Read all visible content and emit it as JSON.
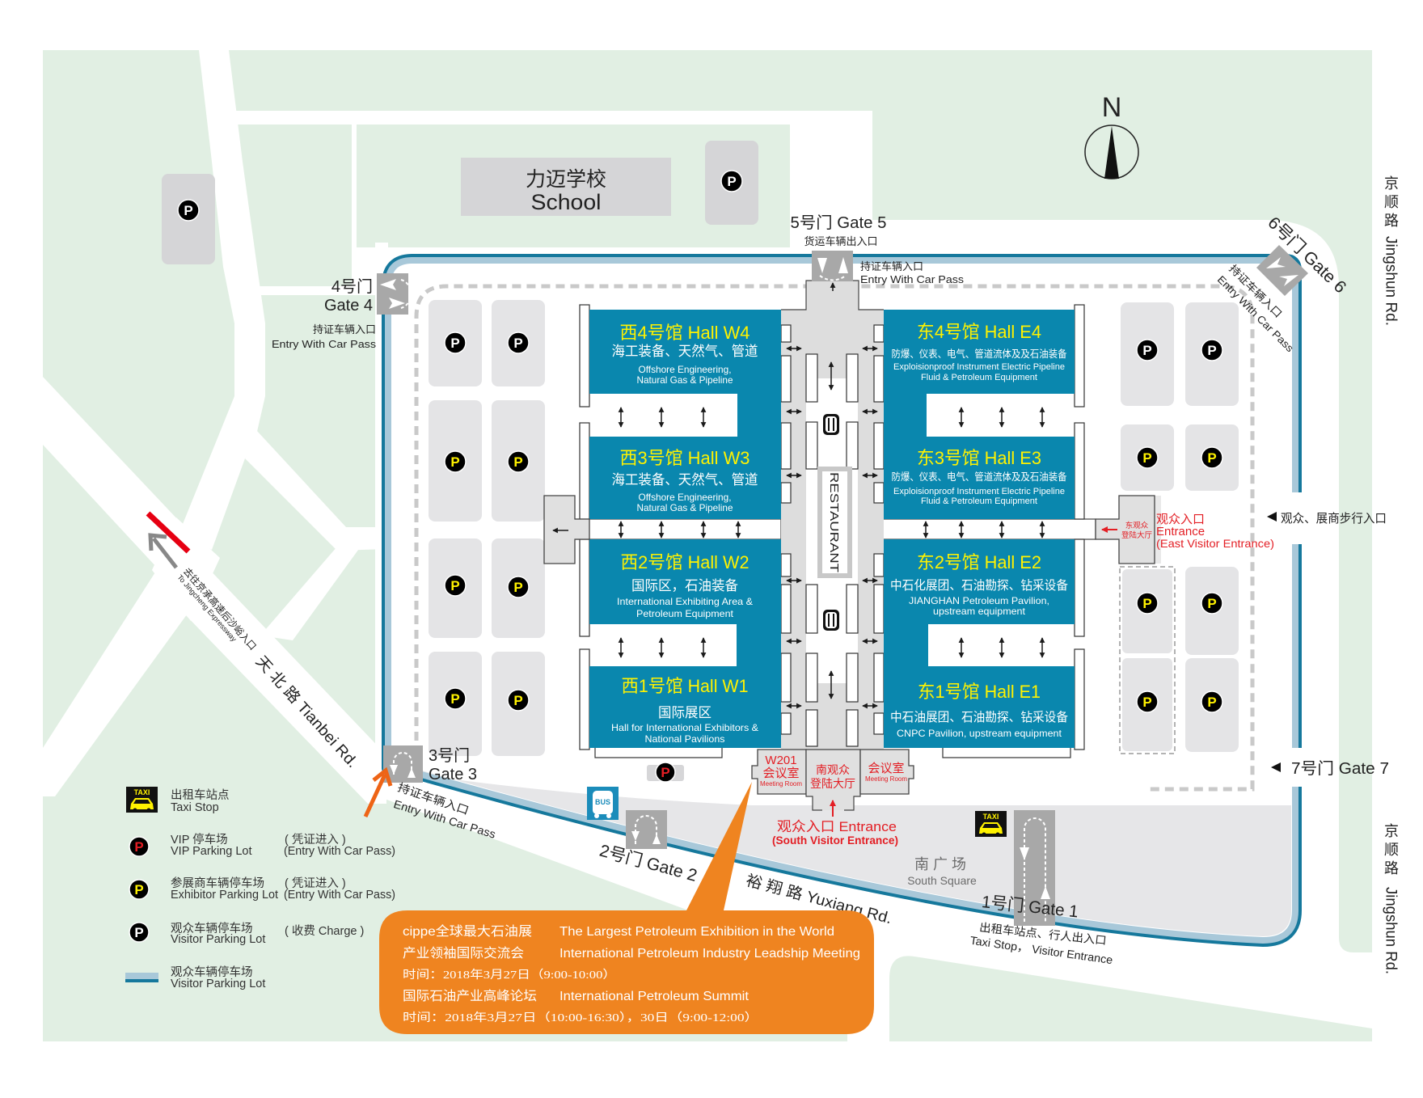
{
  "compass": {
    "label": "N"
  },
  "school": {
    "name_zh": "力迈学校",
    "name_en": "School"
  },
  "roads": {
    "tianbei": "天 北 路  Tianbei Rd.",
    "yuxiang": "裕 翔 路  Yuxiang Rd.",
    "jingshun_zh": "京 顺 路",
    "jingshun_en": "Jingshun Rd.",
    "expressway_zh": "去往京承高速后沙峪入口",
    "expressway_en": "To Jingcheng Expressway"
  },
  "gates": {
    "gate1": {
      "label": "1号门 Gate 1",
      "note_zh": "出租车站点、行人出入口",
      "note_en": "Taxi Stop， Visitor Entrance"
    },
    "gate2": {
      "label": "2号门 Gate 2"
    },
    "gate3": {
      "label_zh": "3号门",
      "label_en": "Gate 3",
      "note_zh": "持证车辆入口",
      "note_en": "Entry With Car Pass"
    },
    "gate4": {
      "label_zh": "4号门",
      "label_en": "Gate 4",
      "note_zh": "持证车辆入口",
      "note_en": "Entry With Car Pass"
    },
    "gate5": {
      "label": "5号门 Gate 5",
      "note_zh": "货运车辆出入口",
      "entry_zh": "持证车辆入口",
      "entry_en": "Entry With Car Pass"
    },
    "gate6": {
      "label": "6号门 Gate 6",
      "note_zh": "持证车辆入口",
      "note_en": "Entry With Car Pass"
    },
    "gate7": {
      "label": "7号门 Gate 7"
    }
  },
  "entrances": {
    "pedestrian": "观众、展商步行入口",
    "east": {
      "zh": "观众入口",
      "en": "Entrance",
      "en_full": "(East Visitor Entrance)",
      "lobby_1": "东观众",
      "lobby_2": "登陆大厅"
    },
    "south": {
      "line1": "观众入口 Entrance",
      "line2": "(South Visitor Entrance)",
      "lobby_1": "南观众",
      "lobby_2": "登陆大厅"
    }
  },
  "meeting_rooms": [
    {
      "code": "W201",
      "zh": "会议室",
      "en": "Meeting Room"
    },
    {
      "zh": "会议室",
      "en": "Meeting Room"
    }
  ],
  "restaurant": "RESTAURANT",
  "south_square": {
    "zh": "南  广  场",
    "en": "South Square"
  },
  "halls": [
    {
      "id": "W4",
      "title": "西4号馆  Hall W4",
      "subtitle": "海工装备、天然气、管道",
      "desc": [
        "Offshore Engineering,",
        "Natural Gas & Pipeline"
      ]
    },
    {
      "id": "W3",
      "title": "西3号馆  Hall W3",
      "subtitle": "海工装备、天然气、管道",
      "desc": [
        "Offshore Engineering,",
        "Natural Gas & Pipeline"
      ]
    },
    {
      "id": "W2",
      "title": "西2号馆  Hall W2",
      "subtitle": "国际区，石油装备",
      "desc": [
        "International Exhibiting Area &",
        "Petroleum Equipment"
      ]
    },
    {
      "id": "W1",
      "title": "西1号馆  Hall W1",
      "subtitle": "国际展区",
      "desc": [
        "Hall for International Exhibitors &",
        "National Pavilions"
      ]
    },
    {
      "id": "E4",
      "title": "东4号馆  Hall E4",
      "subtitle": "防爆、仪表、电气、管道流体及及石油装备",
      "desc": [
        "Exploisionproof Instrument Electric Pipeline",
        "Fluid & Petroleum Equipment"
      ]
    },
    {
      "id": "E3",
      "title": "东3号馆  Hall E3",
      "subtitle": "防爆、仪表、电气、管道流体及及石油装备",
      "desc": [
        "Exploisionproof Instrument Electric Pipeline",
        "Fluid & Petroleum Equipment"
      ]
    },
    {
      "id": "E2",
      "title": "东2号馆  Hall E2",
      "subtitle": "中石化展团、石油勘探、钻采设备",
      "desc": [
        "JIANGHAN Petroleum Pavilion,",
        "upstream equipment"
      ]
    },
    {
      "id": "E1",
      "title": "东1号馆  Hall E1",
      "subtitle": "中石油展团、石油勘探、钻采设备",
      "desc": [
        "CNPC Pavilion, upstream equipment"
      ]
    }
  ],
  "parking": {
    "symbol": "P",
    "lots": [
      {
        "type": "visitor"
      },
      {
        "type": "visitor"
      },
      {
        "type": "visitor"
      },
      {
        "type": "visitor"
      },
      {
        "type": "exhibitor"
      },
      {
        "type": "exhibitor"
      },
      {
        "type": "exhibitor"
      },
      {
        "type": "exhibitor"
      },
      {
        "type": "exhibitor"
      },
      {
        "type": "exhibitor"
      },
      {
        "type": "visitor"
      },
      {
        "type": "visitor"
      },
      {
        "type": "exhibitor"
      },
      {
        "type": "exhibitor"
      },
      {
        "type": "exhibitor"
      },
      {
        "type": "exhibitor"
      },
      {
        "type": "exhibitor"
      },
      {
        "type": "exhibitor"
      },
      {
        "type": "vip"
      }
    ]
  },
  "icons": {
    "taxi": "TAXI",
    "bus": "BUS"
  },
  "legend": [
    {
      "icon": "taxi",
      "zh": "出租车站点",
      "en": "Taxi Stop"
    },
    {
      "icon": "vip",
      "zh": "VIP 停车场",
      "en": "VIP Parking Lot",
      "note_zh": "( 凭证进入 )",
      "note_en": "(Entry With Car Pass)"
    },
    {
      "icon": "exhibitor",
      "zh": "参展商车辆停车场",
      "en": "Exhibitor Parking Lot",
      "note_zh": "( 凭证进入 )",
      "note_en": "(Entry With Car Pass)"
    },
    {
      "icon": "visitor",
      "zh": "观众车辆停车场",
      "en": "Visitor Parking Lot",
      "note": "( 收费 Charge )"
    },
    {
      "icon": "boundary-line",
      "zh": "观众车辆停车场",
      "en": "Visitor Parking Lot"
    }
  ],
  "event_box": {
    "rows": [
      {
        "zh": "cippe全球最大石油展",
        "en": "The Largest Petroleum Exhibition in the World"
      },
      {
        "zh": "产业领袖国际交流会",
        "en": "International Petroleum Industry Leadship Meeting"
      },
      {
        "time": "时间：2018年3月27日（9:00-10:00）"
      },
      {
        "zh": "国际石油产业高峰论坛",
        "en": "International Petroleum Summit"
      },
      {
        "time": "时间：2018年3月27日（10:00-16:30），30日（9:00-12:00）"
      }
    ]
  },
  "colors": {
    "green": "#e1efe3",
    "hall": "#0a87ae",
    "hall_title": "#fff200",
    "boundary_dark": "#15789c",
    "boundary_light": "#a8c8d9",
    "orange": "#ef8420",
    "arrow_orange": "#ee6416",
    "red": "#e31e24",
    "plaza": "#e6e6e8",
    "lot": "#e4e4e6",
    "building": "#d5d5d7",
    "gate": "#a8a8a8",
    "corridor": "#dddddd",
    "bus": "#1b8cba"
  }
}
